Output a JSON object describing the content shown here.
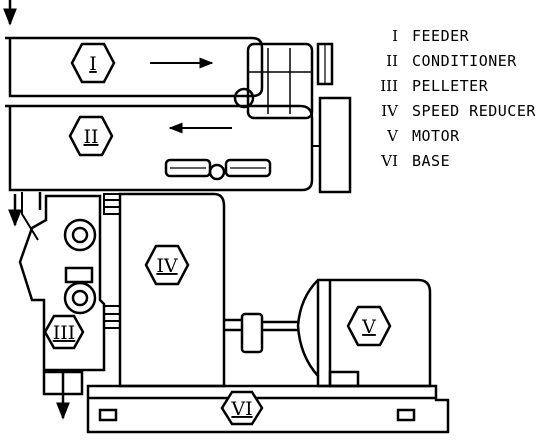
{
  "legend": [
    {
      "numeral": "I",
      "label": "FEEDER"
    },
    {
      "numeral": "II",
      "label": "CONDITIONER"
    },
    {
      "numeral": "III",
      "label": "PELLETER"
    },
    {
      "numeral": "IV",
      "label": "SPEED REDUCER"
    },
    {
      "numeral": "V",
      "label": "MOTOR"
    },
    {
      "numeral": "VI",
      "label": "BASE"
    }
  ],
  "tags": {
    "feeder": "I",
    "conditioner": "II",
    "pelleter": "III",
    "reducer": "IV",
    "motor": "V",
    "base": "VI"
  }
}
